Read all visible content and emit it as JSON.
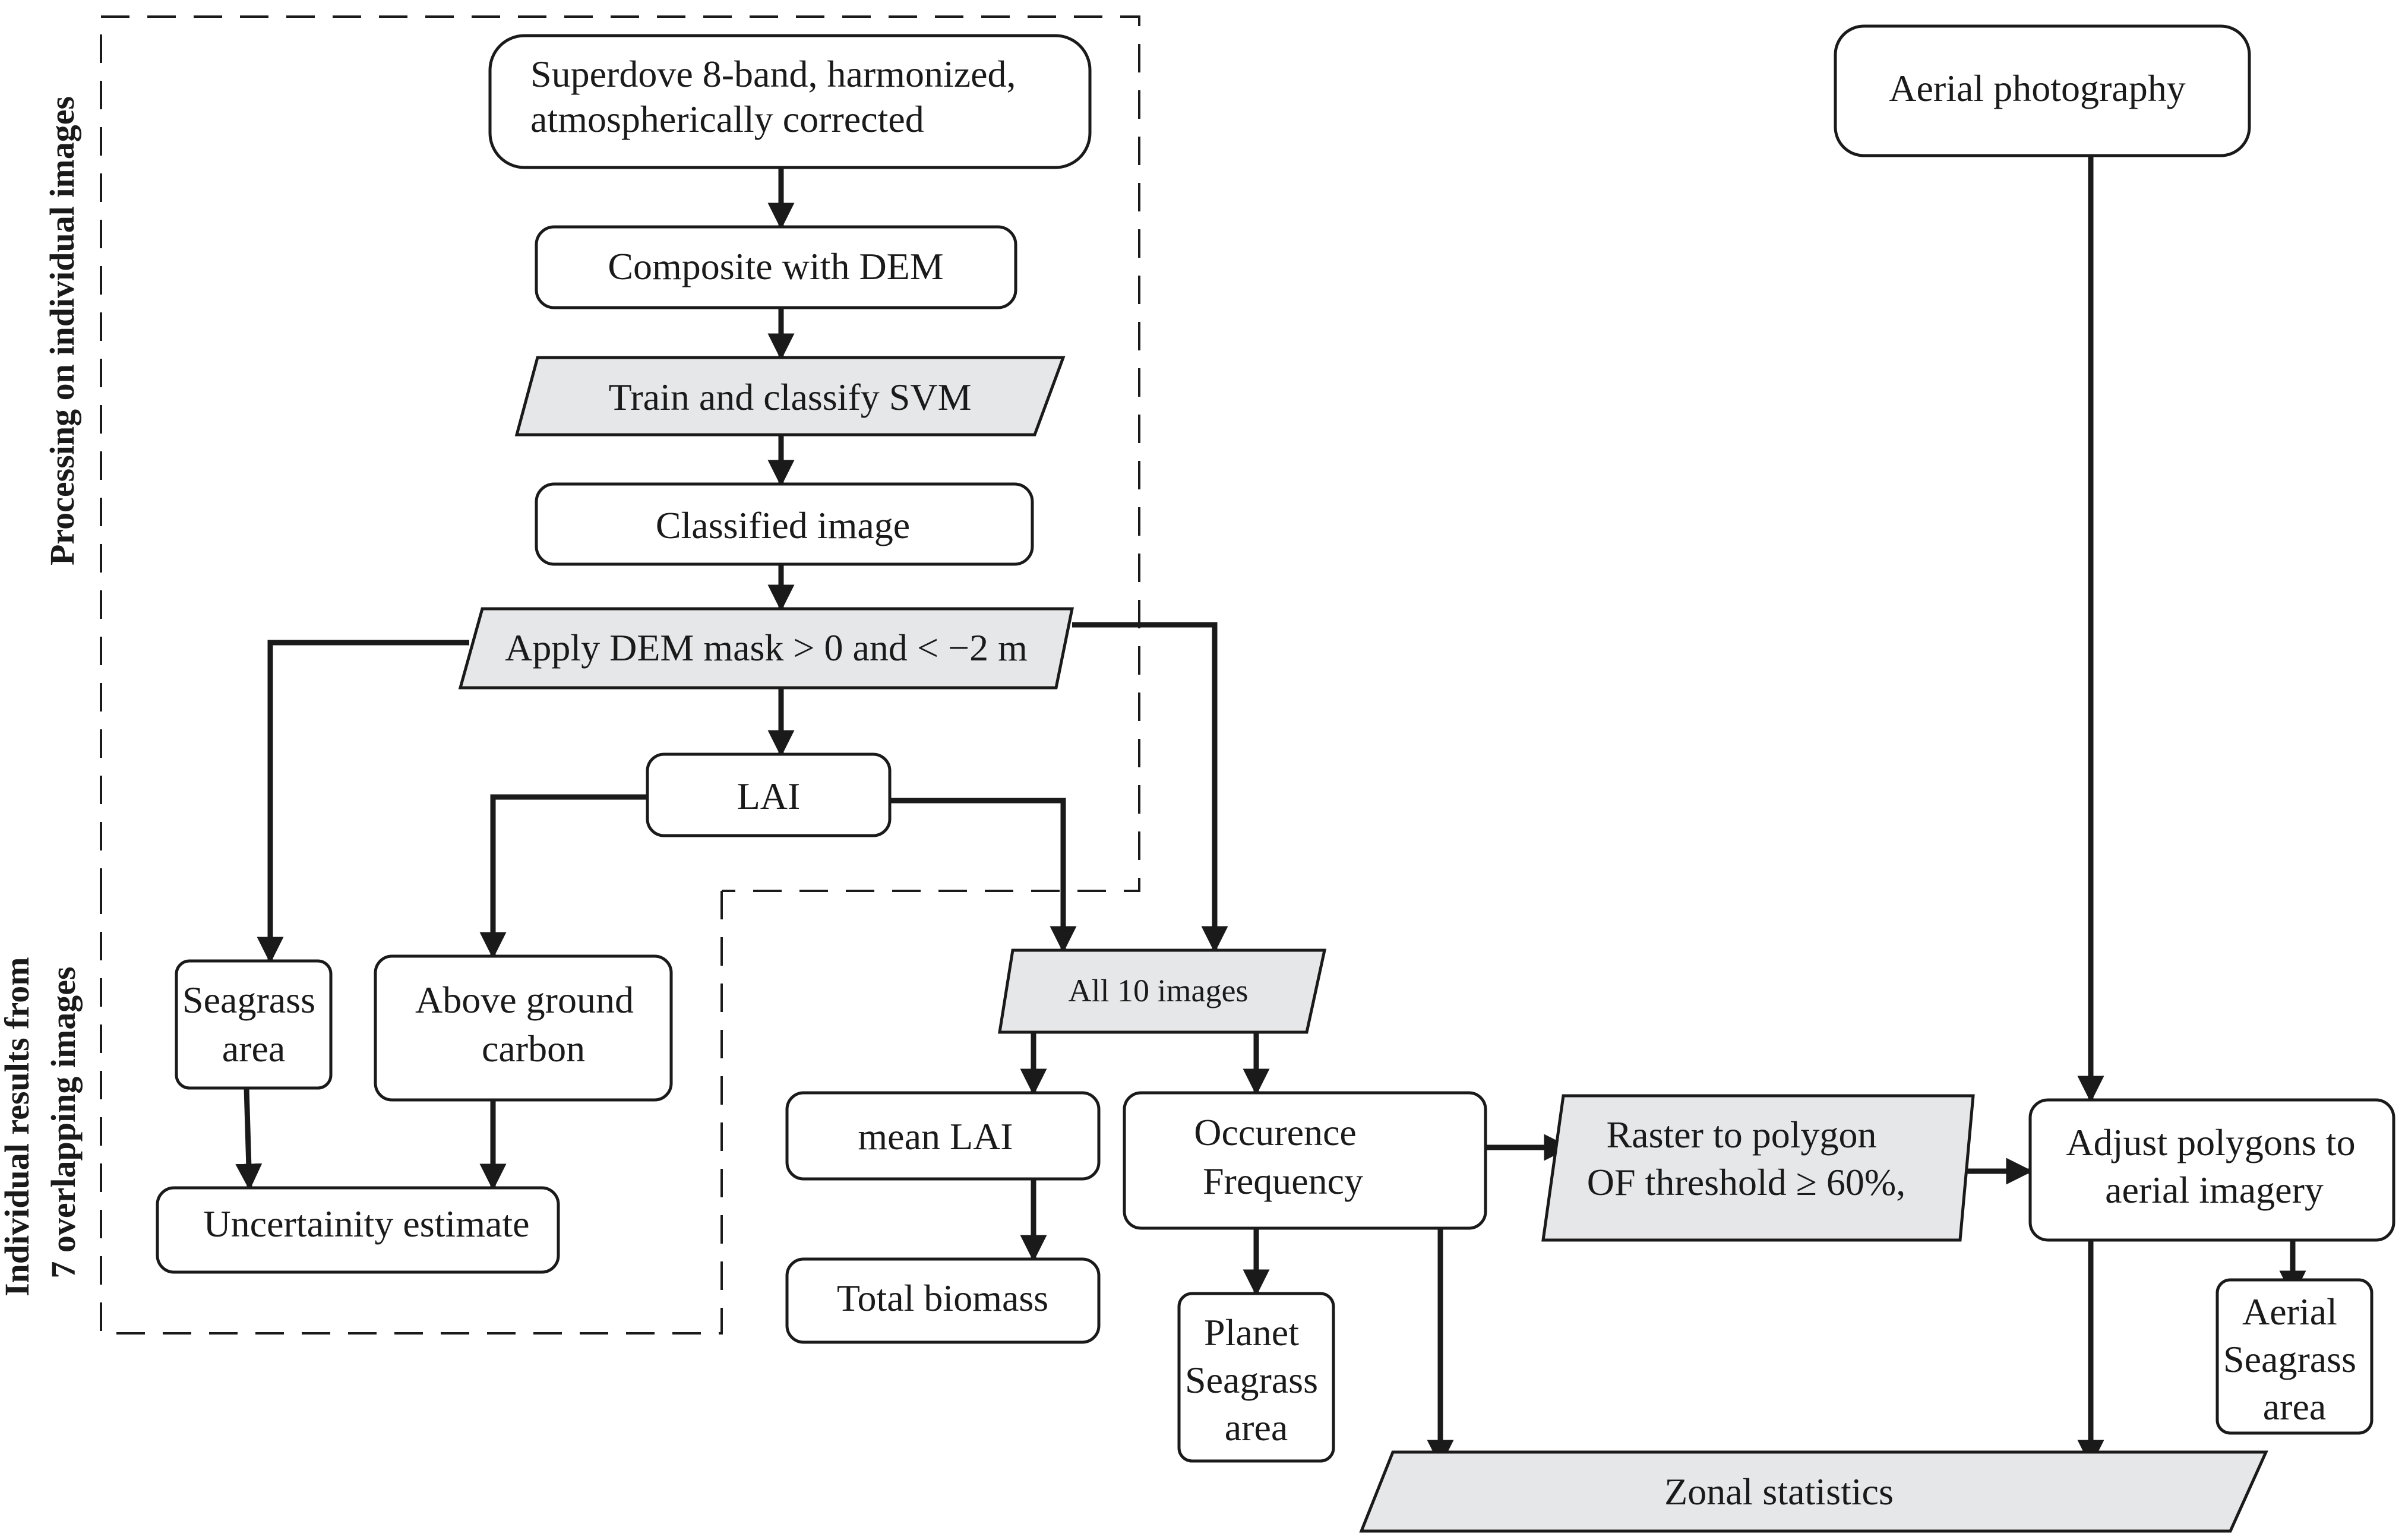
{
  "nodes": {
    "superdove": [
      "Superdove 8-band, harmonized,",
      "atmospherically corrected"
    ],
    "composite": [
      "Composite with DEM"
    ],
    "svm": [
      "Train and classify SVM"
    ],
    "classified": [
      "Classified image"
    ],
    "dem_mask": [
      "Apply DEM mask > 0 and < −2 m"
    ],
    "lai": [
      "LAI"
    ],
    "seagrass_area": [
      "Seagrass",
      "area"
    ],
    "agc": [
      "Above ground",
      "carbon"
    ],
    "uncertainty": [
      "Uncertainity estimate"
    ],
    "all10": [
      "All 10 images"
    ],
    "mean_lai": [
      "mean LAI"
    ],
    "total_biomass": [
      "Total biomass"
    ],
    "occurrence": [
      "Occurence",
      "Frequency"
    ],
    "planet_area": [
      "Planet",
      "Seagrass",
      "area"
    ],
    "raster": [
      "Raster to polygon",
      "OF threshold ≥ 60%,"
    ],
    "aerial_photo": [
      "Aerial photography"
    ],
    "adjust": [
      "Adjust polygons to",
      "aerial imagery"
    ],
    "aerial_area": [
      "Aerial",
      "Seagrass",
      "area"
    ],
    "zonal": [
      "Zonal statistics"
    ]
  },
  "regions": {
    "processing": "Processing on individual images",
    "individual": [
      "Individual results from",
      "7 overlapping images"
    ]
  },
  "colors": {
    "stroke": "#1a1a1a",
    "process_fill": "#e6e7e8",
    "box_fill": "#ffffff"
  }
}
